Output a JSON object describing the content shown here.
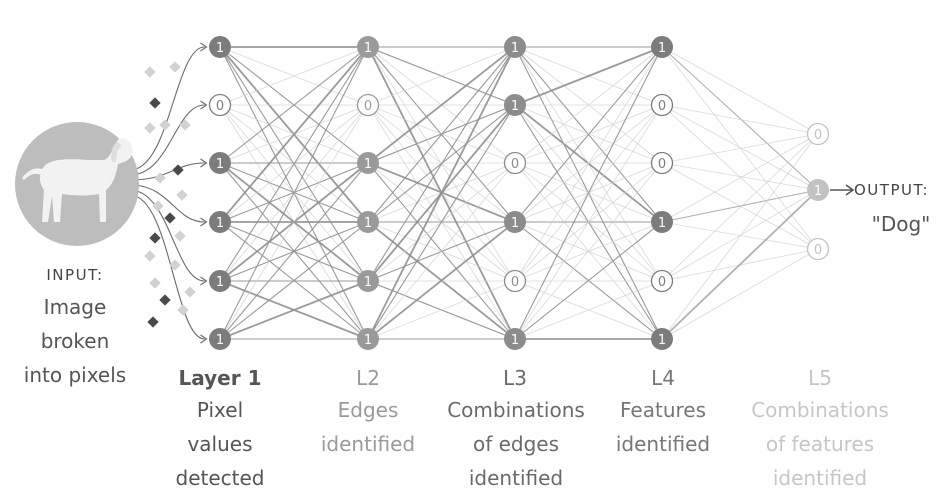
{
  "input": {
    "heading": "INPUT:",
    "lines": [
      "Image",
      "broken",
      "into pixels"
    ]
  },
  "output": {
    "heading": "OUTPUT:",
    "value": "\"Dog\""
  },
  "layers": [
    {
      "title": "Layer 1",
      "desc": [
        "Pixel",
        "values",
        "detected"
      ],
      "values": [
        "1",
        "0",
        "1",
        "1",
        "1",
        "1"
      ],
      "color": "#7c7c7c",
      "text_color": "#555555"
    },
    {
      "title": "L2",
      "desc": [
        "Edges",
        "identified"
      ],
      "values": [
        "1",
        "0",
        "1",
        "1",
        "1",
        "1"
      ],
      "color": "#9a9a9a",
      "text_color": "#9a9a9a"
    },
    {
      "title": "L3",
      "desc": [
        "Combinations",
        "of edges",
        "identified"
      ],
      "values": [
        "1",
        "1",
        "0",
        "1",
        "0",
        "1"
      ],
      "color": "#8c8c8c",
      "text_color": "#6a6a6a"
    },
    {
      "title": "L4",
      "desc": [
        "Features",
        "identified"
      ],
      "values": [
        "1",
        "0",
        "0",
        "1",
        "0",
        "1"
      ],
      "color": "#7c7c7c",
      "text_color": "#777777"
    },
    {
      "title": "L5",
      "desc": [
        "Combinations",
        "of features",
        "identified"
      ],
      "values": [
        "0",
        "1",
        "0"
      ],
      "color": "#c2c2c2",
      "text_color": "#c6c6c6"
    }
  ],
  "colors": {
    "background": "#ffffff",
    "dog_circle": "#bdbdbd",
    "dog_figure": "#f2f2f2",
    "pixel_light": "#d2d2d2",
    "pixel_dark": "#4a4a4a",
    "connection": "#9a9a9a"
  },
  "icons": {
    "input_image": "dog-icon",
    "output_arrow": "arrow-right-icon"
  }
}
